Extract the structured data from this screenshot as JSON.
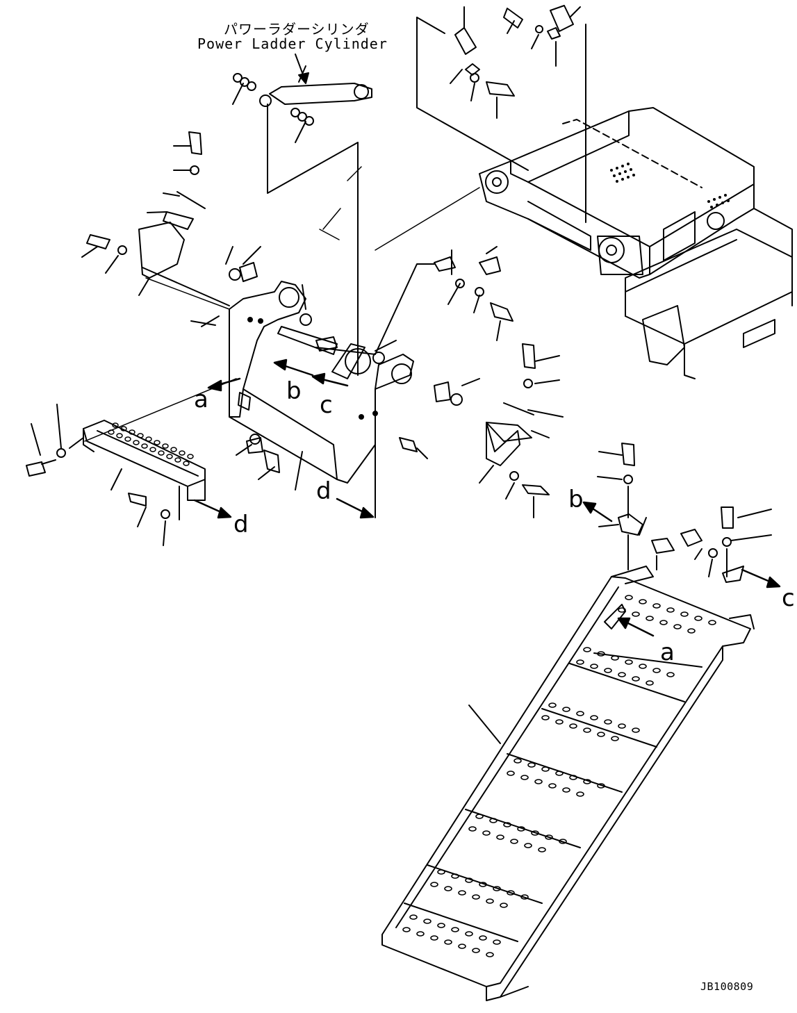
{
  "title_jp": "パワーラダーシリンダ",
  "title_en": "Power Ladder Cylinder",
  "drawing_code": "JB100809",
  "ref_letters": {
    "a_left": "a",
    "b_left": "b",
    "c_left": "c",
    "d_left": "d",
    "d_center": "d",
    "b_right": "b",
    "c_right": "c",
    "a_right": "a"
  }
}
